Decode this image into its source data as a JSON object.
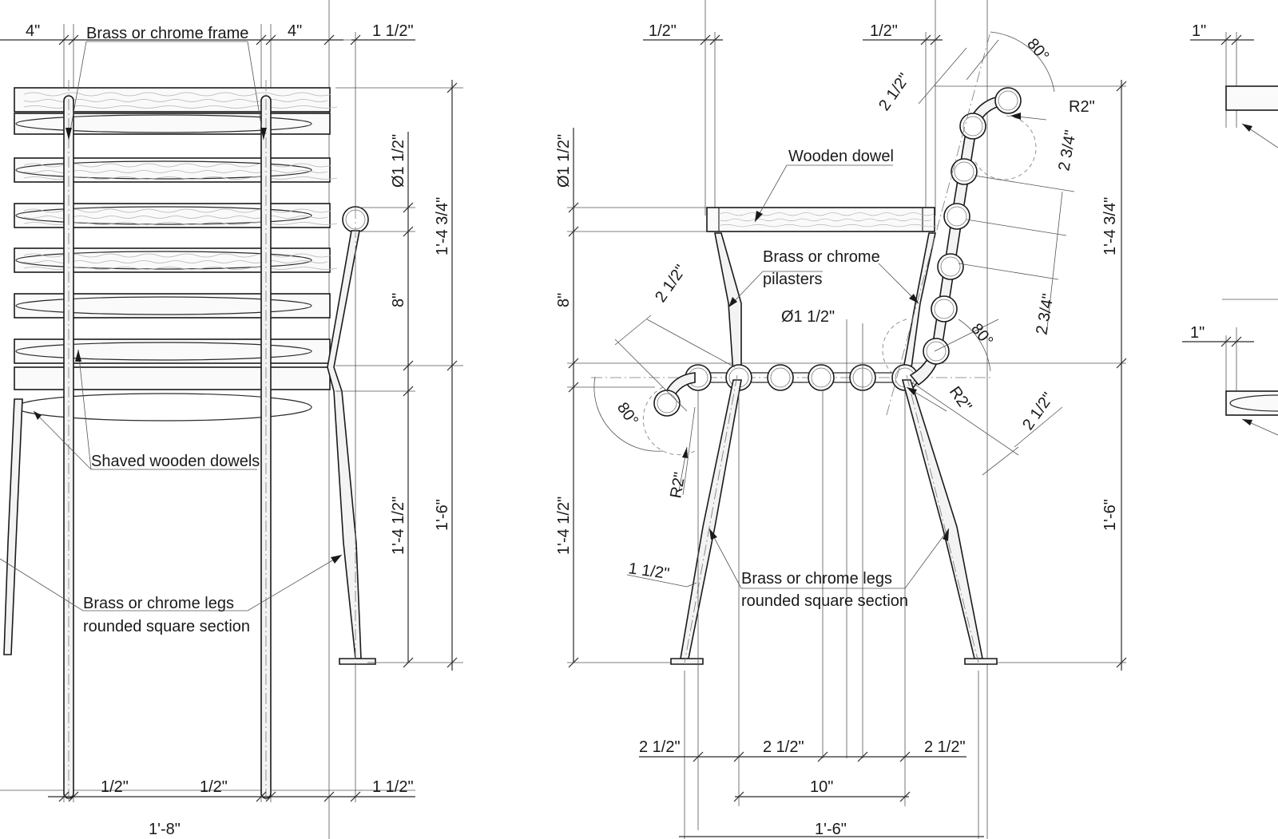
{
  "left_view": {
    "dims": {
      "top_left": "4\"",
      "top_mid": "4\"",
      "top_right": "1 1/2\"",
      "dia": "Ø1 1/2\"",
      "overall_top": "1'-4 3/4\"",
      "mid": "8\"",
      "lower": "1'-4 1/2\"",
      "overall_bottom": "1'-6\"",
      "bottom_a": "1/2\"",
      "bottom_b": "1/2\"",
      "bottom_c": "1 1/2\"",
      "width": "1'-8\""
    },
    "labels": {
      "frame": "Brass or chrome frame",
      "dowels": "Shaved wooden dowels",
      "legs_1": "Brass or chrome legs",
      "legs_2": "rounded square section"
    }
  },
  "middle_view": {
    "dims": {
      "top_a": "1/2\"",
      "top_b": "1/2\"",
      "dia_left": "Ø1 1/2\"",
      "left_mid": "8\"",
      "left_lower": "1'-4 1/2\"",
      "small_a": "2 1/2\"",
      "angle_left": "80°",
      "radius_left": "R2\"",
      "leg_width": "1 1/2\"",
      "dia_mid": "Ø1 1/2\"",
      "back_top": "2 1/2\"",
      "angle_top": "80°",
      "radius_top": "R2\"",
      "spacing_a": "2 3/4\"",
      "spacing_b": "2 3/4\"",
      "angle_right": "80°",
      "radius_right": "R2\"",
      "back_bottom": "2 1/2\"",
      "overall_top": "1'-4 3/4\"",
      "overall_bottom": "1'-6\"",
      "bottom_a": "2 1/2\"",
      "bottom_b": "2 1/2\"",
      "bottom_c": "2 1/2\"",
      "span": "10\"",
      "width": "1'-6\""
    },
    "labels": {
      "dowel": "Wooden dowel",
      "pilasters_1": "Brass or chrome",
      "pilasters_2": "pilasters",
      "legs_1": "Brass or chrome legs",
      "legs_2": "rounded square section"
    }
  },
  "right_view": {
    "dims": {
      "top": "1\"",
      "mid": "1\""
    }
  }
}
